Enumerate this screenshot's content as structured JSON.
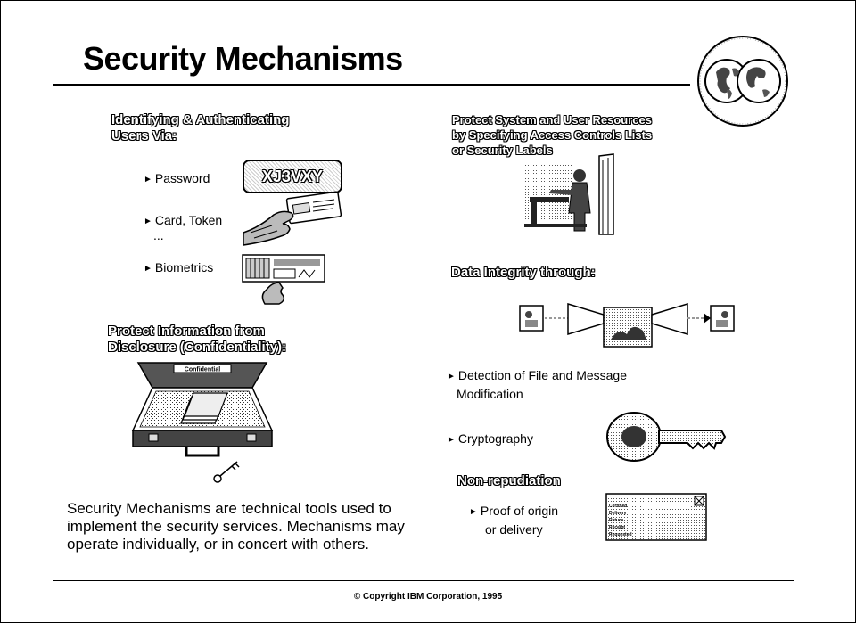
{
  "slide": {
    "title": "Security Mechanisms",
    "left": {
      "heading_auth_line1": "Identifying & Authenticating",
      "heading_auth_line2": "Users Via:",
      "bullets": [
        {
          "label": "Password"
        },
        {
          "label": "Card, Token"
        },
        {
          "label": "..."
        },
        {
          "label": "Biometrics"
        }
      ],
      "password_example": "XJ3VXY",
      "heading_conf_line1": "Protect Information from",
      "heading_conf_line2": "Disclosure (Confidentiality):",
      "briefcase_label": "Confidential"
    },
    "right": {
      "heading_access_line1": "Protect System and User Resources",
      "heading_access_line2": "by Specifying Access Controls Lists",
      "heading_access_line3": "or Security Labels",
      "heading_integrity": "Data Integrity through:",
      "bullet_detection_line1": "Detection of File and Message",
      "bullet_detection_line2": "Modification",
      "bullet_crypto": "Cryptography",
      "heading_nonrep": "Non-repudiation",
      "bullet_proof_line1": "Proof of origin",
      "bullet_proof_line2": "or delivery",
      "envelope_lines": [
        "Certified",
        "Delivery",
        "Return",
        "Receipt",
        "Requested"
      ]
    },
    "summary": "Security Mechanisms are technical tools used to implement the security services. Mechanisms may operate individually, or in concert with others.",
    "copyright": "© Copyright IBM Corporation, 1995"
  }
}
